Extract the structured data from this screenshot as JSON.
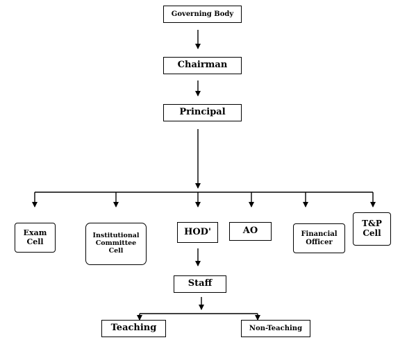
{
  "diagram": {
    "nodes": {
      "governing_body": "Governing Body",
      "chairman": "Chairman",
      "principal": "Principal",
      "exam_cell": "Exam\nCell",
      "icc": "Institutional\nCommittee\nCell",
      "hod": "HOD'",
      "ao": "AO",
      "financial_officer": "Financial\nOfficer",
      "tp_cell": "T&P\nCell",
      "staff": "Staff",
      "teaching": "Teaching",
      "non_teaching": "Non-Teaching"
    },
    "edges": [
      [
        "governing_body",
        "chairman"
      ],
      [
        "chairman",
        "principal"
      ],
      [
        "principal",
        "exam_cell"
      ],
      [
        "principal",
        "icc"
      ],
      [
        "principal",
        "hod"
      ],
      [
        "principal",
        "ao"
      ],
      [
        "principal",
        "financial_officer"
      ],
      [
        "principal",
        "tp_cell"
      ],
      [
        "hod",
        "staff"
      ],
      [
        "staff",
        "teaching"
      ],
      [
        "staff",
        "non_teaching"
      ]
    ],
    "colors": {
      "line": "#000000",
      "box_border": "#000000",
      "background": "#ffffff"
    }
  }
}
